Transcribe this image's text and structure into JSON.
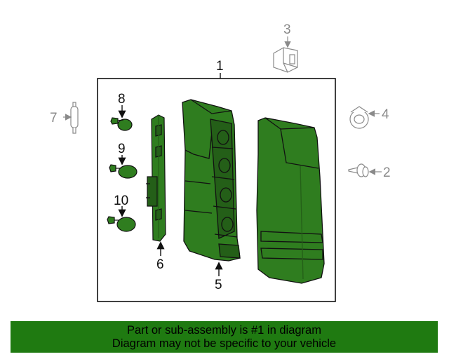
{
  "callouts": {
    "c1": "1",
    "c2": "2",
    "c3": "3",
    "c4": "4",
    "c5": "5",
    "c6": "6",
    "c7": "7",
    "c8": "8",
    "c9": "9",
    "c10": "10"
  },
  "banner": {
    "line1": "Part or sub-assembly is #1 in diagram",
    "line2": "Diagram may not be specific to your vehicle"
  },
  "colors": {
    "part_green": "#2f7d1f",
    "banner_green": "#1f7a11",
    "outline": "#111111",
    "gray_part": "#8a8a8a"
  }
}
